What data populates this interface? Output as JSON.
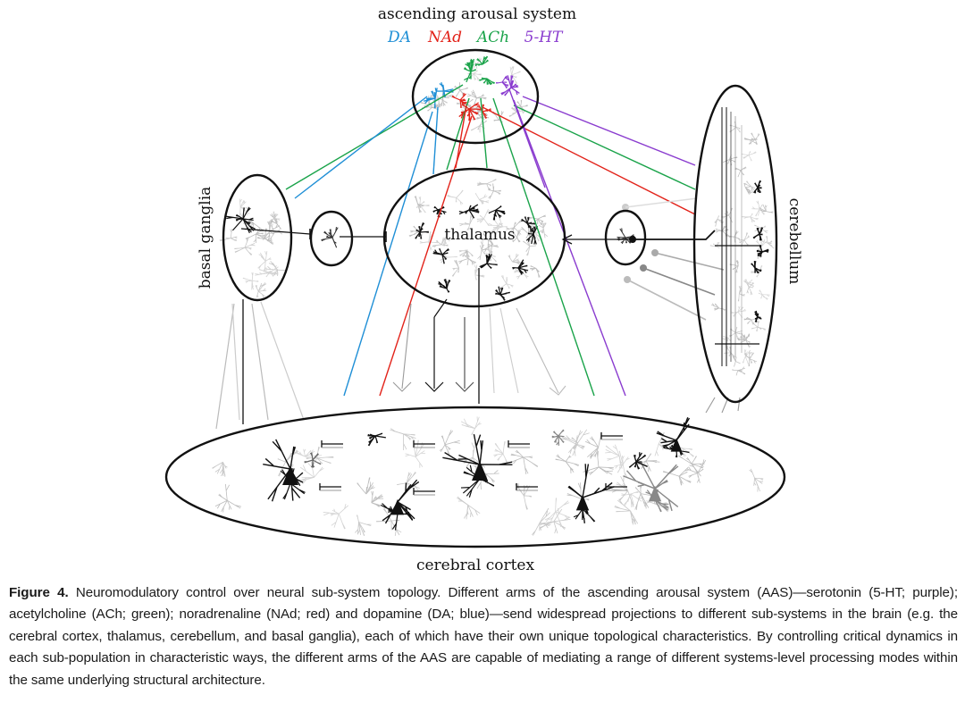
{
  "diagram": {
    "header": "ascending arousal system",
    "legend": [
      {
        "label": "DA",
        "color": "#1f8fd6"
      },
      {
        "label": "NAd",
        "color": "#e2231a"
      },
      {
        "label": "ACh",
        "color": "#1aa34a"
      },
      {
        "label": "5-HT",
        "color": "#8a3ccf"
      }
    ],
    "labels": {
      "basal_ganglia": "basal ganglia",
      "thalamus": "thalamus",
      "cerebellum": "cerebellum",
      "cerebral_cortex": "cerebral cortex"
    }
  },
  "caption": {
    "label": "Figure 4.",
    "text": " Neuromodulatory control over neural sub-system topology. Different arms of the ascending arousal system (AAS)—serotonin (5-HT; purple); acetylcholine (ACh; green); noradrenaline (NAd; red) and dopamine (DA; blue)—send widespread projections to different sub-systems in the brain (e.g. the cerebral cortex, thalamus, cerebellum, and basal ganglia), each of which have their own unique topological characteristics. By controlling critical dynamics in each sub-population in characteristic ways, the different arms of the AAS are capable of mediating a range of different systems-level processing modes within the same underlying structural architecture."
  }
}
